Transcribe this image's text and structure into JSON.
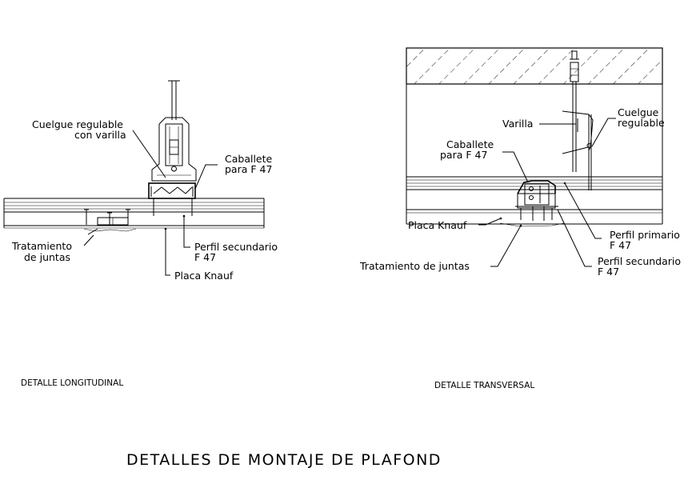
{
  "title": "DETALLES DE MONTAJE DE PLAFOND",
  "longitudinal": {
    "caption": "DETALLE LONGITUDINAL",
    "labels": {
      "cuelgue_1": "Cuelgue regulable",
      "cuelgue_2": "con varilla",
      "caballete_1": "Caballete",
      "caballete_2": "para F 47",
      "tratamiento_1": "Tratamiento",
      "tratamiento_2": "de juntas",
      "perfil_1": "Perfil secundario",
      "perfil_2": "F 47",
      "placa": "Placa Knauf"
    }
  },
  "transversal": {
    "caption": "DETALLE TRANSVERSAL",
    "labels": {
      "varilla": "Varilla",
      "cuelgue_1": "Cuelgue",
      "cuelgue_2": "regulable",
      "caballete_1": "Caballete",
      "caballete_2": "para F 47",
      "placa": "Placa Knauf",
      "tratamiento": "Tratamiento de juntas",
      "primario_1": "Perfil primario",
      "primario_2": "F 47",
      "secundario_1": "Perfil secundario",
      "secundario_2": "F 47"
    }
  }
}
